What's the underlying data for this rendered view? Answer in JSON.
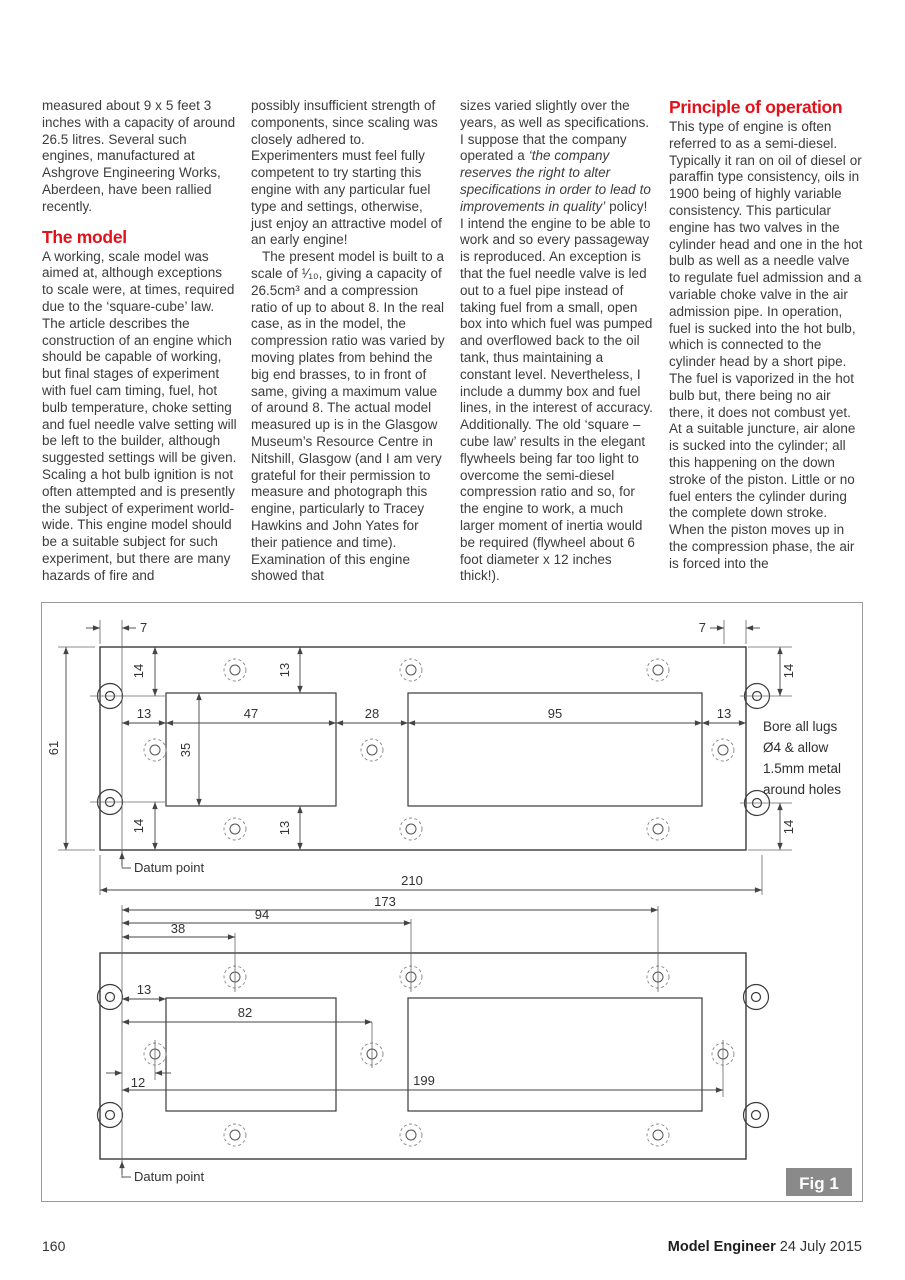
{
  "page": {
    "footer_page_number": "160",
    "footer_magazine": "Model Engineer",
    "footer_date": " 24 July 2015"
  },
  "article": {
    "col1": {
      "para1": "measured about 9 x 5 feet 3 inches with a capacity of around 26.5 litres. Several such engines, manufactured at Ashgrove Engineering Works, Aberdeen, have been rallied recently.",
      "heading": "The model",
      "para2": "A working, scale model was aimed at, although exceptions to scale were, at times, required due to the ‘square-cube’ law. The article describes the construction of an engine which should be capable of working, but final stages of experiment with fuel cam timing, fuel, hot bulb temperature, choke setting and fuel needle valve setting will be left to the builder, although suggested settings will be given. Scaling a hot bulb ignition is not often attempted and is presently the subject of experiment world-wide. This engine model should be a suitable subject for such experiment, but there are many hazards of fire and"
    },
    "col2": {
      "para1": "possibly insufficient strength of components, since scaling was closely adhered to. Experimenters must feel fully competent to try starting this engine with any particular fuel type and settings, otherwise, just enjoy an attractive model of an early engine!",
      "para2": "The present model is built to a scale of ¹⁄₁₀, giving a capacity of 26.5cm³ and a compression ratio of up to about 8. In the real case, as in the model, the compression ratio was varied by moving plates from behind the big end brasses, to in front of same, giving a maximum value of around 8. The actual model measured up is in the Glasgow Museum’s Resource Centre in Nitshill, Glasgow (and I am very grateful for their permission to measure and photograph this engine, particularly to Tracey Hawkins and John Yates for their patience and time). Examination of this engine showed that"
    },
    "col3": {
      "before": "sizes varied slightly over the years, as well as specifications. I suppose that the company operated a ",
      "quote": "‘the company reserves the right to alter specifications in order to lead to improvements in quality’",
      "after": " policy! I intend the engine to be able to work and so every passageway is reproduced. An exception is that the fuel needle valve is led out to a fuel pipe instead of taking fuel from a small, open box into which fuel was pumped and overflowed back to the oil tank, thus maintaining a constant level. Nevertheless, I include a dummy box and fuel lines, in the interest of accuracy. Additionally. The old ‘square – cube law’ results in the elegant flywheels being far too light to overcome the semi-diesel compression ratio and so, for the engine to work, a much larger moment of inertia would be required (flywheel about 6 foot diameter x 12 inches thick!)."
    },
    "col4": {
      "heading": "Principle of operation",
      "para": "This type of engine is often referred to as a semi-diesel. Typically it ran on oil of diesel or paraffin type consistency, oils in 1900 being of highly variable consistency. This particular engine has two valves in the cylinder head and one in the hot bulb as well as a needle valve to regulate fuel admission and a variable choke valve in the air admission pipe. In operation, fuel is sucked into the hot bulb, which is connected to the cylinder head by a short pipe. The fuel is vaporized in the hot bulb but, there being no air there, it does not combust yet. At a suitable juncture, air alone is sucked into the cylinder; all this happening on the down stroke of the piston. Little or no fuel enters the cylinder during the complete down stroke. When the piston moves up in the compression phase, the air is forced into the"
    }
  },
  "figure": {
    "fig_label": "Fig 1",
    "note_lines": [
      "Bore all lugs",
      "Ø4 & allow",
      "1.5mm metal",
      "around holes"
    ],
    "top_view": {
      "d7_left": "7",
      "d7_right": "7",
      "d14_tl": "14",
      "d14_tr": "14",
      "d14_bl": "14",
      "d14_br": "14",
      "d13_top": "13",
      "d13_bottom": "13",
      "d13_left": "13",
      "d47": "47",
      "d28": "28",
      "d95": "95",
      "d13_right": "13",
      "d61": "61",
      "d35": "35",
      "d210": "210",
      "datum_label": "Datum point"
    },
    "bottom_view": {
      "d173": "173",
      "d94": "94",
      "d38": "38",
      "d13": "13",
      "d82": "82",
      "d12": "12",
      "d199": "199",
      "datum_label": "Datum point"
    }
  },
  "colors": {
    "heading_red": "#e2121b",
    "fig_box_gray": "#8a8a8a",
    "drawing_line": "#3a3a3a"
  }
}
